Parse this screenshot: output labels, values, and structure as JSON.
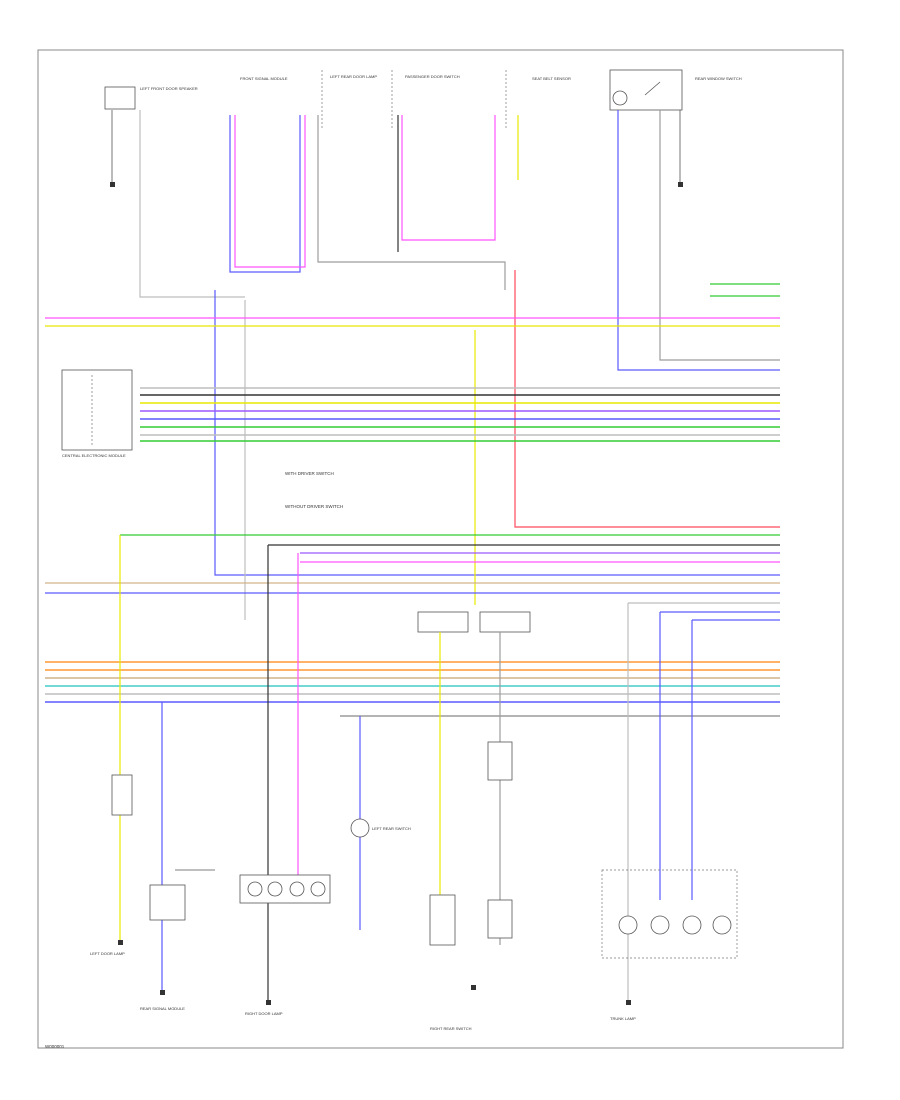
{
  "page_code": "W000001",
  "colors": {
    "pink": "#ff55ff",
    "yellow": "#e8e800",
    "black": "#333333",
    "white": "#bdbdbd",
    "gray": "#9c9c9c",
    "blue": "#5a5aff",
    "green": "#33cc33",
    "violet": "#9b59ff",
    "red": "#ff4a5a",
    "orange": "#ff9933",
    "tan": "#d2b48c",
    "cyan": "#44cccc"
  },
  "top_components": [
    {
      "id": "c1",
      "label": "LEFT FRONT DOOR SPEAKER"
    },
    {
      "id": "c2",
      "label": "FRONT SIGNAL MODULE"
    },
    {
      "id": "c3",
      "label": "LEFT REAR DOOR LAMP"
    },
    {
      "id": "c4",
      "label": "PASSENGER DOOR SWITCH"
    },
    {
      "id": "c5",
      "label": "SEAT BELT SENSOR"
    },
    {
      "id": "c6",
      "label": "REAR WINDOW SWITCH"
    }
  ],
  "bottom_components": [
    {
      "id": "b1",
      "label": "LEFT DOOR LAMP"
    },
    {
      "id": "b2",
      "label": "REAR SIGNAL MODULE"
    },
    {
      "id": "b3",
      "label": "RIGHT DOOR LAMP"
    },
    {
      "id": "b4",
      "label": "LEFT REAR SWITCH"
    },
    {
      "id": "b5",
      "label": "RIGHT REAR SWITCH"
    },
    {
      "id": "b6",
      "label": "TRUNK LAMP"
    }
  ],
  "module": {
    "label": "CENTRAL ELECTRONIC MODULE"
  },
  "notes": [
    "WITH DRIVER SWITCH",
    "WITHOUT DRIVER SWITCH"
  ]
}
